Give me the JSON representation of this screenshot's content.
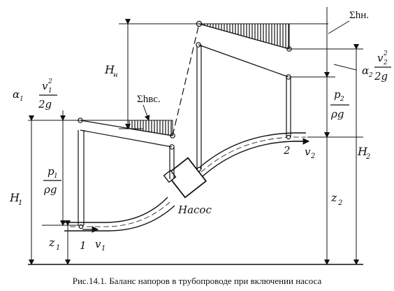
{
  "figure": {
    "caption": "Рис.14.1. Баланс напоров в трубопроводе при включении насоса",
    "pump_label": "Насос",
    "labels": {
      "sum_h_suction": "Σhвс.",
      "sum_h_discharge": "Σhн.",
      "pump_head": "H",
      "pump_head_sub": "н",
      "H1": "H",
      "H1_sub": "1",
      "H2": "H",
      "H2_sub": "2",
      "z1": "z",
      "z1_sub": "1",
      "z2": "z",
      "z2_sub": "2",
      "section1": "1",
      "section2": "2",
      "v1": "v",
      "v1_sub": "1",
      "v2": "v",
      "v2_sub": "2",
      "alpha1": "α",
      "alpha1_sub": "1",
      "alpha2": "α",
      "alpha2_sub": "2",
      "v1_sq": "v",
      "v1_sq_sub": "1",
      "v1_sq_sup": "2",
      "v2_sq": "v",
      "v2_sq_sub": "2",
      "v2_sq_sup": "2",
      "two_g": "2g",
      "p1": "p",
      "p1_sub": "1",
      "p2": "p",
      "p2_sub": "2",
      "rho_g": "ρg"
    }
  }
}
